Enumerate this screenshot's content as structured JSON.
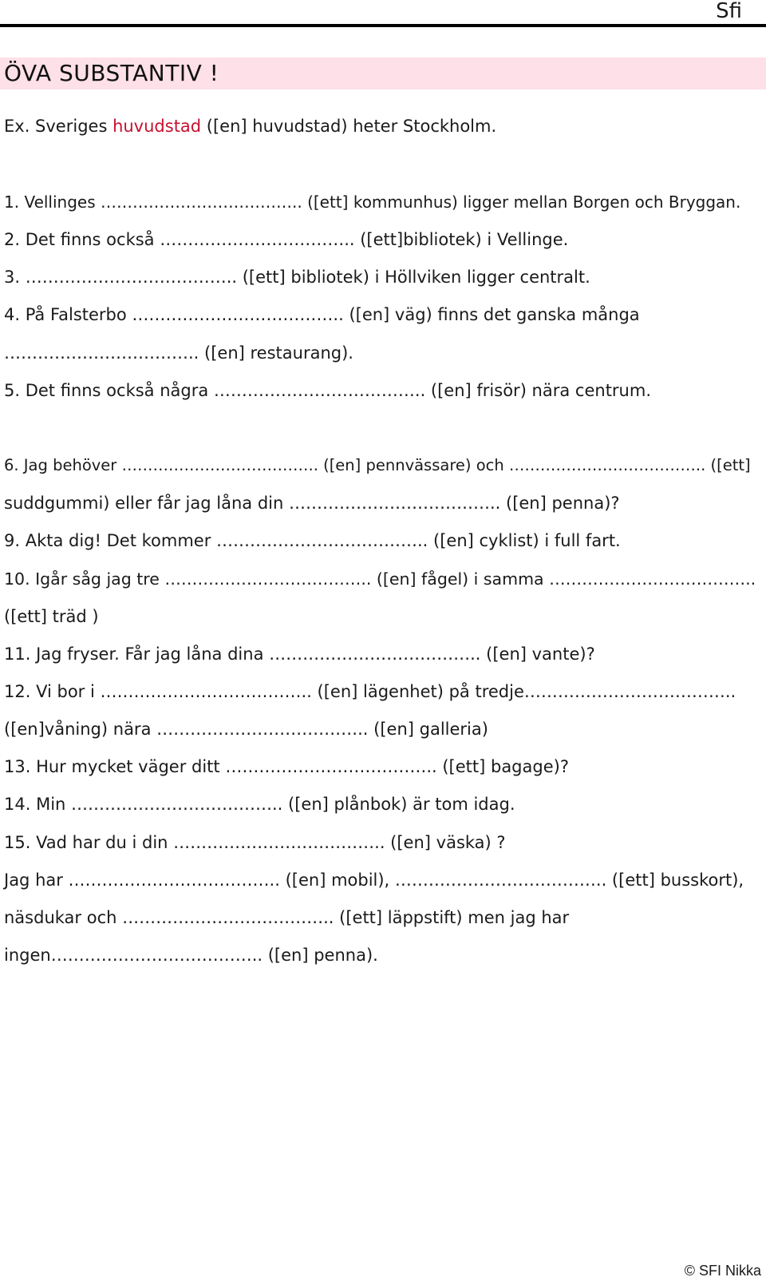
{
  "header": {
    "tag": "Sfi"
  },
  "title": "ÖVA SUBSTANTIV !",
  "example": {
    "prefix": "Ex. Sveriges ",
    "highlight": "huvudstad",
    "suffix": " ([en] huvudstad) heter Stockholm."
  },
  "lines": [
    "1. Vellinges ……………………………….. ([ett] kommunhus) ligger mellan Borgen och Bryggan.",
    "2. Det finns också …………………………….. ([ett]bibliotek) i Vellinge.",
    "3. ……………………………….. ([ett] bibliotek) i Höllviken ligger centralt.",
    "4. På Falsterbo ……………………………….. ([en] väg) finns det ganska många",
    "…………………………….. ([en] restaurang).",
    "5. Det finns också några ……………………………….. ([en] frisör) nära centrum.",
    "6. Jag behöver ……………………………….. ([en] pennvässare) och ……………………………….. ([ett]",
    "suddgummi) eller får jag låna din ……………………………….. ([en] penna)?",
    "9. Akta dig! Det kommer ……………………………….. ([en] cyklist) i full fart.",
    "10. Igår såg jag tre ……………………………….. ([en] fågel) i samma ………………………………..",
    "([ett] träd )",
    "11. Jag fryser. Får jag låna dina ……………………………….. ([en] vante)?",
    "12. Vi bor i ……………………………….. ([en] lägenhet) på tredje………………………………..",
    "([en]våning) nära ……………………………….. ([en] galleria)",
    "13. Hur mycket väger ditt ……………………………….. ([ett] bagage)?",
    "14. Min ……………………………….. ([en] plånbok) är tom idag.",
    "15. Vad har du i din ……………………………….. ([en] väska) ?",
    "Jag har ……………………………….. ([en] mobil), ……………………………….. ([ett] busskort),",
    "näsdukar och ……………………………….. ([ett] läppstift) men jag har",
    "ingen……………………………….. ([en] penna)."
  ],
  "footer": "© SFI Nikka"
}
